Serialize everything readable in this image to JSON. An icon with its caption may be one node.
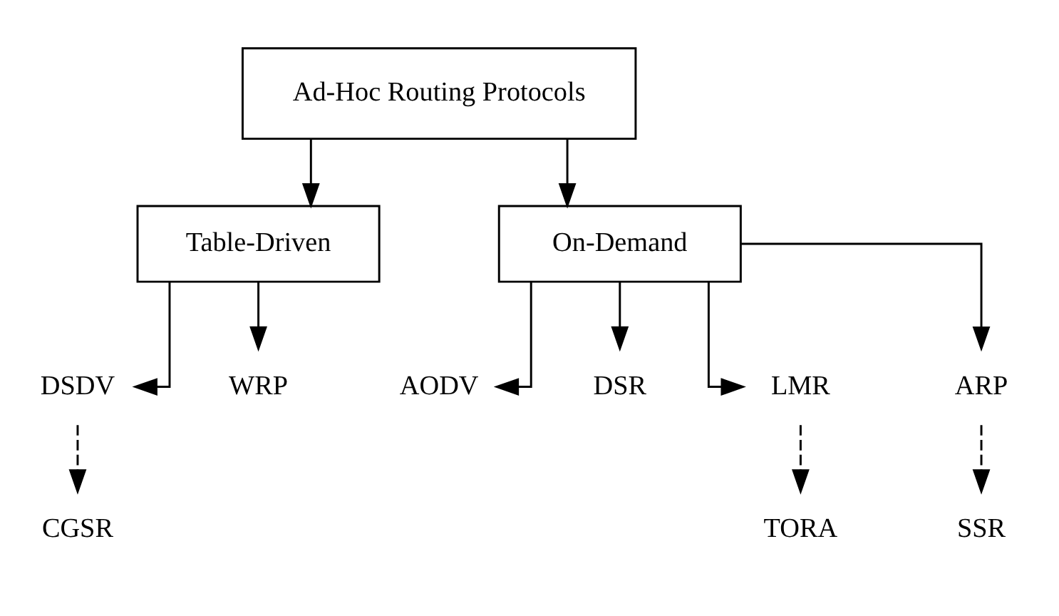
{
  "diagram": {
    "nodes": [
      {
        "text": [
          "Ad-Hoc Routing Protocols"
        ]
      },
      {
        "text": [
          "Table-Driven"
        ]
      },
      {
        "text": [
          "On-Demand"
        ]
      },
      {
        "text": [
          "DSDV"
        ]
      },
      {
        "text": [
          "WRP"
        ]
      },
      {
        "text": [
          "AODV"
        ]
      },
      {
        "text": [
          "DSR"
        ]
      },
      {
        "text": [
          "LMR"
        ]
      },
      {
        "text": [
          "ARP"
        ]
      },
      {
        "text": [
          "CGSR"
        ]
      },
      {
        "text": [
          "TORA"
        ]
      },
      {
        "text": [
          "SSR"
        ]
      }
    ],
    "edges": [
      {
        "from": 0,
        "to": 1,
        "arrow": "to"
      },
      {
        "from": 0,
        "to": 2,
        "arrow": "to"
      },
      {
        "from": 1,
        "to": 3,
        "arrow": "to"
      },
      {
        "from": 1,
        "to": 4,
        "arrow": "to"
      },
      {
        "from": 2,
        "to": 5,
        "arrow": "to"
      },
      {
        "from": 2,
        "to": 6,
        "arrow": "to"
      },
      {
        "from": 2,
        "to": 7,
        "arrow": "to"
      },
      {
        "from": 2,
        "to": 8,
        "arrow": "to"
      },
      {
        "from": 3,
        "to": 9,
        "arrow": "to",
        "style": "dashed"
      },
      {
        "from": 7,
        "to": 10,
        "arrow": "to",
        "style": "dashed"
      },
      {
        "from": 8,
        "to": 11,
        "arrow": "to",
        "style": "dashed"
      }
    ]
  }
}
